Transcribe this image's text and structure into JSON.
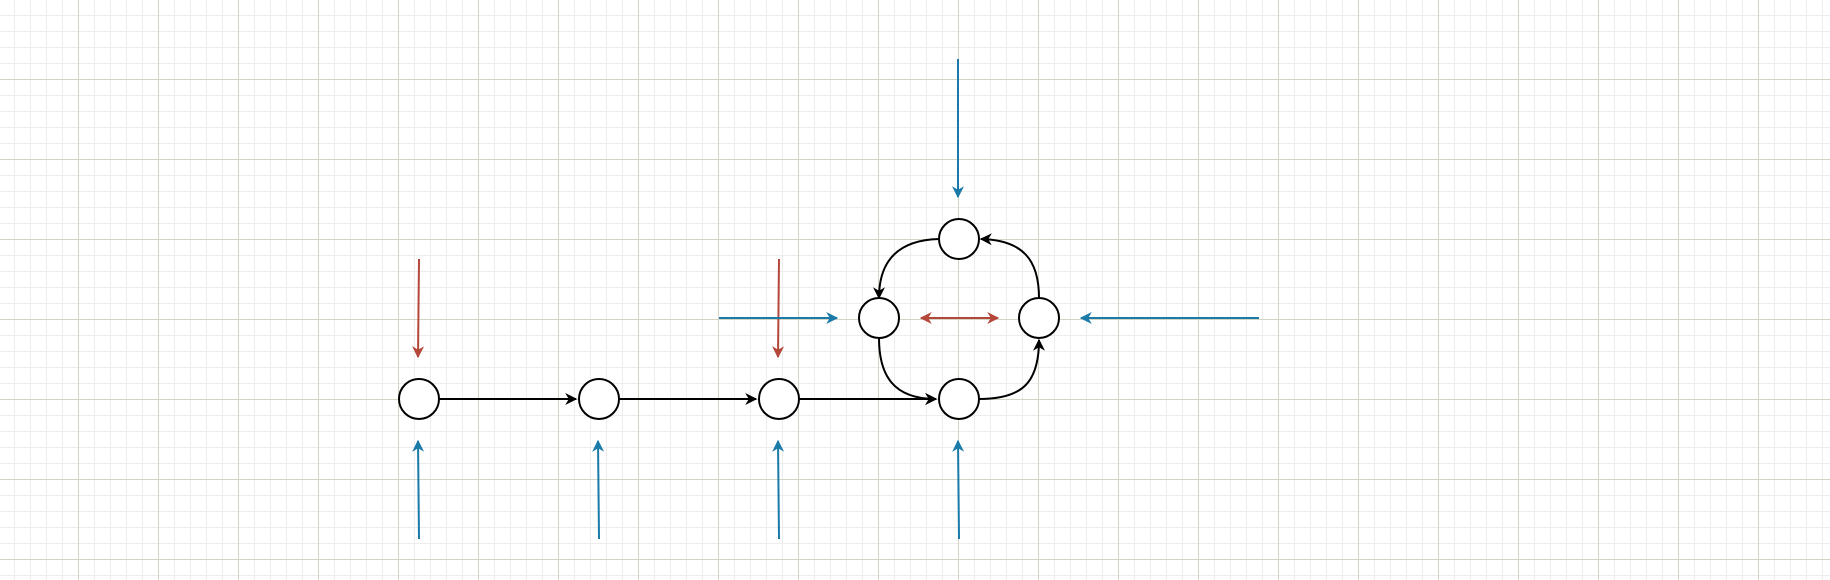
{
  "colors": {
    "background": "#ffffff",
    "grid_major": "#d4d4c4",
    "grid_minor": "#ededed",
    "node_stroke": "#000000",
    "node_fill": "#ffffff",
    "edge_black": "#000000",
    "edge_red": "#b5473a",
    "edge_blue": "#1a7aa8"
  },
  "graph": {
    "nodes": [
      "n1",
      "n2",
      "n3",
      "n4",
      "n5",
      "n6",
      "n7"
    ],
    "edges": [
      {
        "from": "n1",
        "to": "n2",
        "color": "black",
        "style": "straight"
      },
      {
        "from": "n2",
        "to": "n3",
        "color": "black",
        "style": "straight"
      },
      {
        "from": "n3",
        "to": "n4",
        "color": "black",
        "style": "straight"
      },
      {
        "from": "n5",
        "to": "n4",
        "color": "black",
        "style": "curved"
      },
      {
        "from": "n4",
        "to": "n7",
        "color": "black",
        "style": "curved"
      },
      {
        "from": "n7",
        "to": "n6",
        "color": "black",
        "style": "curved"
      },
      {
        "from": "n6",
        "to": "n5",
        "color": "black",
        "style": "curved"
      },
      {
        "from": "n5",
        "to": "n7",
        "color": "red",
        "style": "double-headed"
      }
    ]
  }
}
